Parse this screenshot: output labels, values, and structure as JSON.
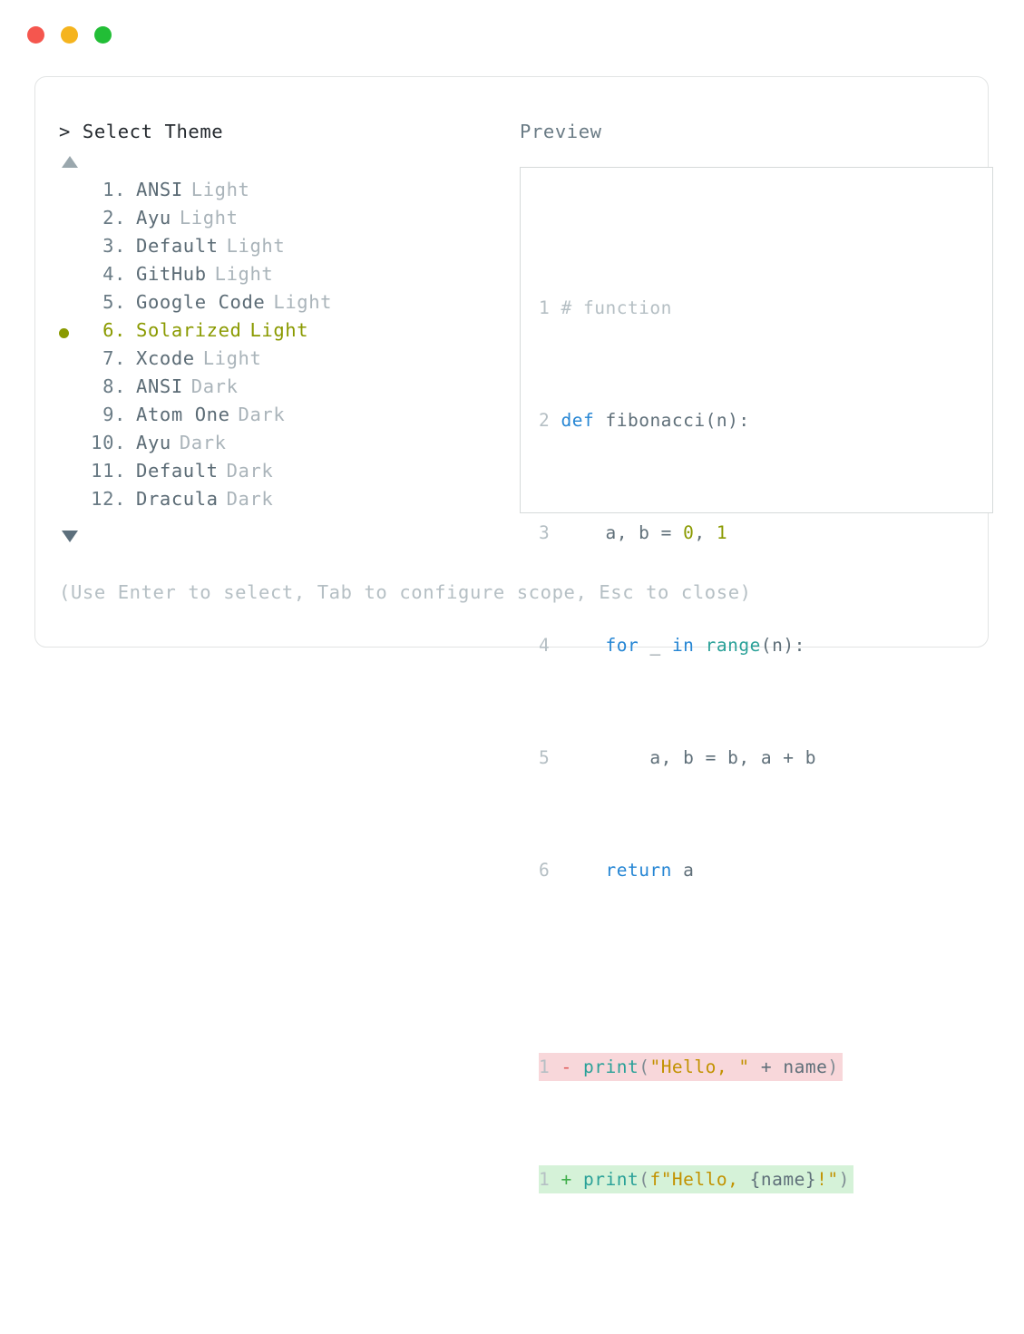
{
  "window": {
    "traffic_lights": [
      {
        "name": "close",
        "color": "#F5564E"
      },
      {
        "name": "minimize",
        "color": "#F5B41E"
      },
      {
        "name": "maximize",
        "color": "#22BE36"
      }
    ]
  },
  "left_pane": {
    "prompt_caret": ">",
    "prompt_label": "Select Theme",
    "scroll_up_icon": "triangle-up-icon",
    "scroll_down_icon": "triangle-down-icon",
    "selected_index": 6,
    "selected_bullet_color": "#8a9a00",
    "items": [
      {
        "index": "1.",
        "name": "ANSI",
        "variant": "Light",
        "selected": false
      },
      {
        "index": "2.",
        "name": "Ayu",
        "variant": "Light",
        "selected": false
      },
      {
        "index": "3.",
        "name": "Default",
        "variant": "Light",
        "selected": false
      },
      {
        "index": "4.",
        "name": "GitHub",
        "variant": "Light",
        "selected": false
      },
      {
        "index": "5.",
        "name": "Google Code",
        "variant": "Light",
        "selected": false
      },
      {
        "index": "6.",
        "name": "Solarized",
        "variant": "Light",
        "selected": true
      },
      {
        "index": "7.",
        "name": "Xcode",
        "variant": "Light",
        "selected": false
      },
      {
        "index": "8.",
        "name": "ANSI",
        "variant": "Dark",
        "selected": false
      },
      {
        "index": "9.",
        "name": "Atom One",
        "variant": "Dark",
        "selected": false
      },
      {
        "index": "10.",
        "name": "Ayu",
        "variant": "Dark",
        "selected": false
      },
      {
        "index": "11.",
        "name": "Default",
        "variant": "Dark",
        "selected": false
      },
      {
        "index": "12.",
        "name": "Dracula",
        "variant": "Dark",
        "selected": false
      }
    ]
  },
  "right_pane": {
    "label": "Preview",
    "code": {
      "lines": [
        {
          "n": "1",
          "text": "# function"
        },
        {
          "n": "2",
          "text": "def fibonacci(n):"
        },
        {
          "n": "3",
          "text": "    a, b = 0, 1"
        },
        {
          "n": "4",
          "text": "    for _ in range(n):"
        },
        {
          "n": "5",
          "text": "        a, b = b, a + b"
        },
        {
          "n": "6",
          "text": "    return a"
        }
      ],
      "line_numbers": [
        "1",
        "2",
        "3",
        "4",
        "5",
        "6"
      ]
    },
    "diff": {
      "removed": {
        "n": "1",
        "sign": "-",
        "text": "print(\"Hello, \" + name)",
        "bg": "#f8d7da"
      },
      "added": {
        "n": "1",
        "sign": "+",
        "text": "print(f\"Hello, {name}!\")",
        "bg": "#d5f2d8"
      }
    },
    "tokens": {
      "comment": "# function",
      "kw_def": "def",
      "fn_name": "fibonacci",
      "kw_for": "for",
      "kw_in": "in",
      "fn_range": "range",
      "kw_return": "return",
      "num_zero": "0",
      "num_one": "1",
      "fn_print": "print",
      "str_hello_old": "\"Hello, \"",
      "str_hello_new": "f\"Hello, ",
      "str_tail": "!\""
    }
  },
  "footer": {
    "hint": "(Use Enter to select, Tab to configure scope, Esc to close)"
  },
  "colors": {
    "accent_selected": "#8a9a00",
    "keyword_blue": "#2686d4",
    "function_teal": "#2aa198",
    "string_amber": "#c29200",
    "comment_gray": "#b5bfc4",
    "diff_del_bg": "#f8d7da",
    "diff_add_bg": "#d5f2d8",
    "card_border": "#e2e4e4",
    "preview_border": "#d6dada"
  }
}
